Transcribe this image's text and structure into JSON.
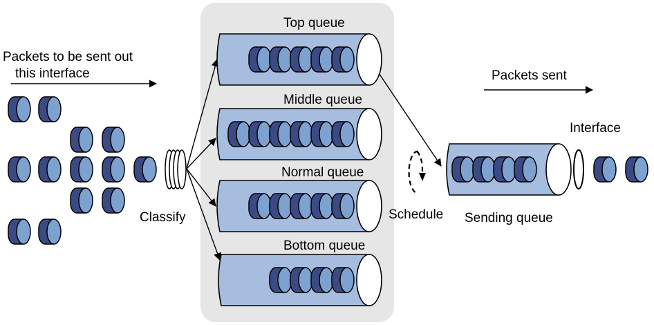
{
  "labels": {
    "incoming": [
      "Packets to be sent out",
      "this interface"
    ],
    "classify": "Classify",
    "schedule": "Schedule",
    "packets_sent": "Packets sent",
    "interface": "Interface",
    "sending_queue": "Sending queue"
  },
  "queues": [
    {
      "id": "top",
      "label": "Top queue",
      "packets": 5
    },
    {
      "id": "middle",
      "label": "Middle queue",
      "packets": 6
    },
    {
      "id": "normal",
      "label": "Normal queue",
      "packets": 5
    },
    {
      "id": "bottom",
      "label": "Bottom queue",
      "packets": 4
    }
  ],
  "sending_queue_packets": 4,
  "sent_packets": 2,
  "waiting_packets": 12,
  "colors": {
    "panel": "#e6e6e6",
    "queue_fill": "#a6bde0",
    "packet_dark": "#3b4a85",
    "packet_light": "#7da2cf",
    "stroke": "#000000"
  }
}
